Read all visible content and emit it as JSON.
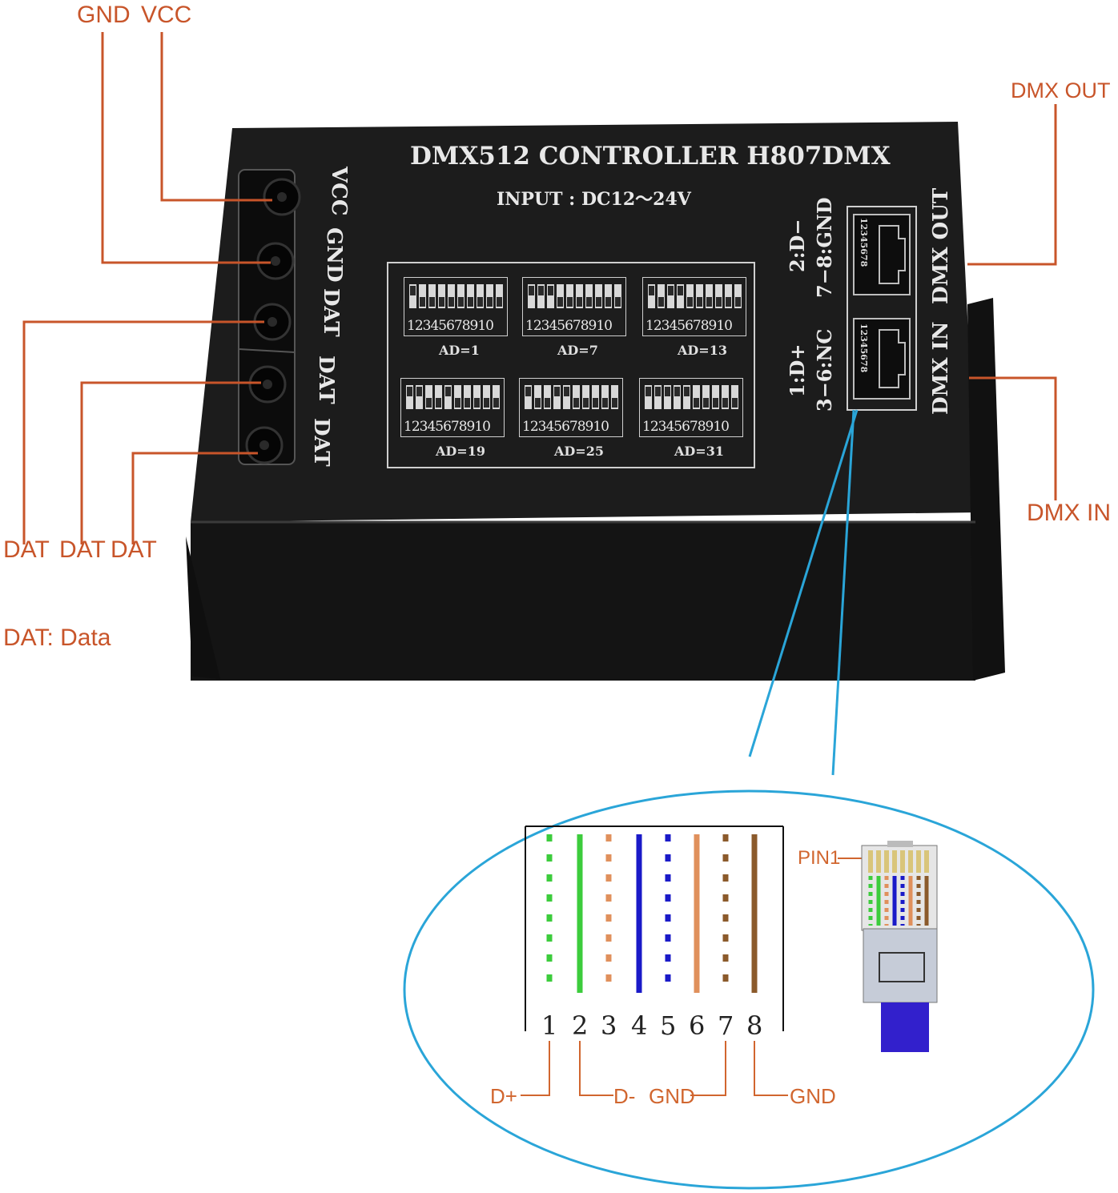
{
  "device": {
    "title": "DMX512 CONTROLLER H807DMX",
    "input": "INPUT : DC12～24V",
    "terminal_labels": [
      "VCC",
      "GND",
      "DAT",
      "DAT",
      "DAT"
    ],
    "dip_switches": [
      {
        "label": "AD=1",
        "numbers": "12345678910",
        "on_positions": [
          1
        ]
      },
      {
        "label": "AD=7",
        "numbers": "12345678910",
        "on_positions": [
          1,
          2,
          3
        ]
      },
      {
        "label": "AD=13",
        "numbers": "12345678910",
        "on_positions": [
          1,
          3,
          4
        ]
      },
      {
        "label": "AD=19",
        "numbers": "12345678910",
        "on_positions": [
          1,
          2,
          5
        ]
      },
      {
        "label": "AD=25",
        "numbers": "12345678910",
        "on_positions": [
          1,
          4,
          5
        ]
      },
      {
        "label": "AD=31",
        "numbers": "12345678910",
        "on_positions": [
          1,
          2,
          3,
          4,
          5
        ]
      }
    ],
    "rj45_pinout_out": [
      "2:D−",
      "7−8:GND"
    ],
    "rj45_pinout_in": [
      "1:D+",
      "3−6:NC"
    ],
    "port_labels": {
      "out": "DMX OUT",
      "in": "DMX IN"
    },
    "port_pin_numbers": "12345678"
  },
  "callouts": {
    "gnd": "GND",
    "vcc": "VCC",
    "dat": [
      "DAT",
      "DAT",
      "DAT"
    ],
    "legend": "DAT: Data",
    "dmx_out": "DMX OUT",
    "dmx_in": "DMX IN"
  },
  "pinout": {
    "pin_numbers": [
      "1",
      "2",
      "3",
      "4",
      "5",
      "6",
      "7",
      "8"
    ],
    "pin_labels": [
      "D+",
      "D-",
      "GND",
      "GND"
    ],
    "connector_label": "PIN1",
    "wires": [
      {
        "color": "#3ccc3c",
        "style": "dashed"
      },
      {
        "color": "#3ccc3c",
        "style": "solid"
      },
      {
        "color": "#e0905c",
        "style": "dashed"
      },
      {
        "color": "#1a1ac8",
        "style": "solid"
      },
      {
        "color": "#1a1ac8",
        "style": "dashed"
      },
      {
        "color": "#e0905c",
        "style": "solid"
      },
      {
        "color": "#8b5a2b",
        "style": "dashed"
      },
      {
        "color": "#8b5a2b",
        "style": "solid"
      }
    ]
  },
  "colors": {
    "callout": "#c8552a",
    "zoom_line": "#2aa5d8",
    "device_body": "#1a1a1a"
  }
}
